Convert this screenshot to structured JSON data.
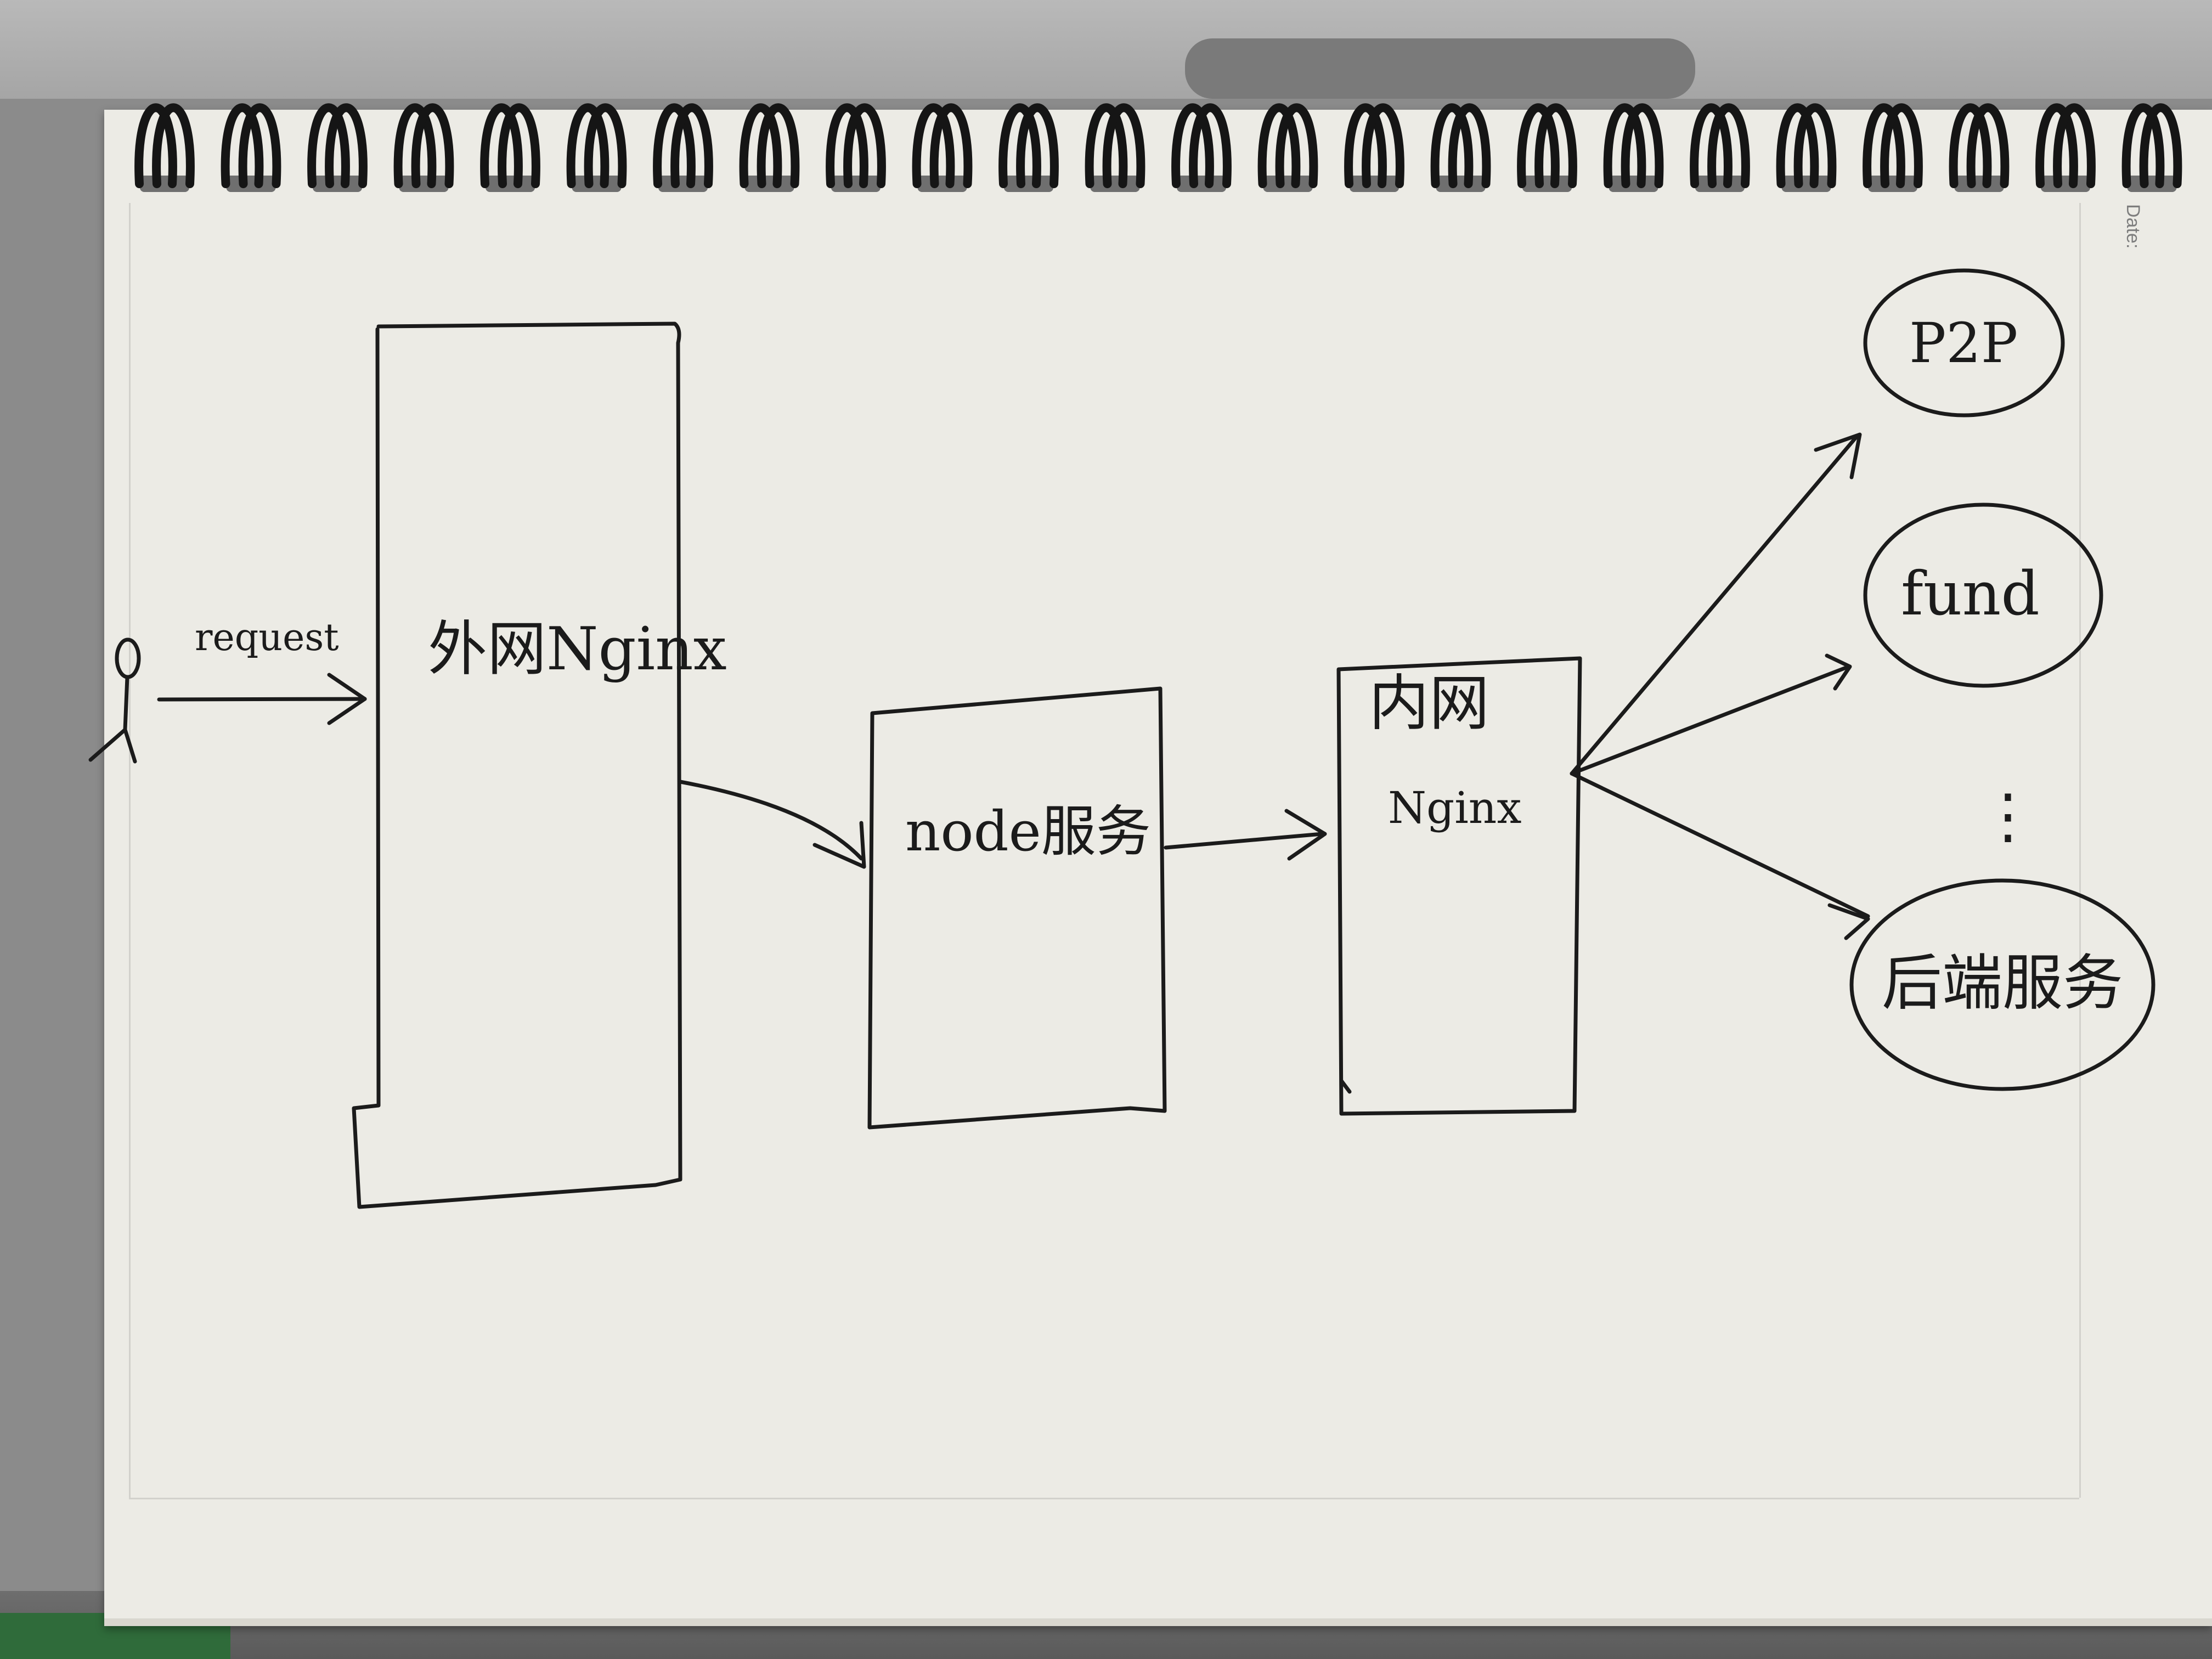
{
  "notebook": {
    "date_label": "Date:"
  },
  "diagram": {
    "user_edge_label": "request",
    "nodes": {
      "external_nginx": "外网Nginx",
      "node_service": "node服务",
      "internal_nginx_line1": "内网",
      "internal_nginx_line2": "Nginx",
      "p2p": "P2P",
      "fund": "fund",
      "ellipsis": "⋮",
      "backend_service": "后端服务"
    }
  }
}
